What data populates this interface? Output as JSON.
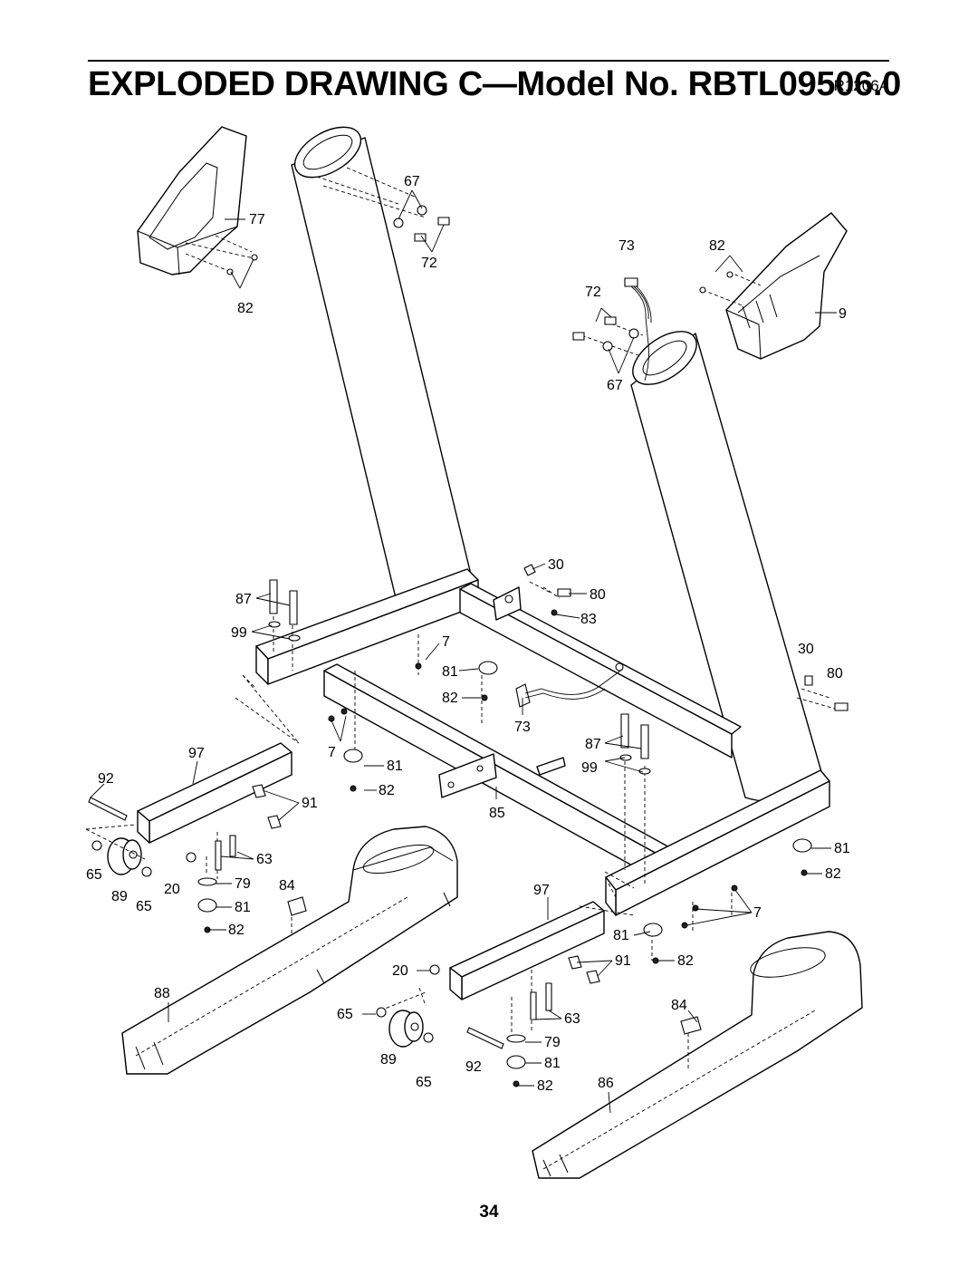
{
  "header": {
    "title": "EXPLODED DRAWING C—Model No. RBTL09506.0",
    "drawing_code": "R1206A"
  },
  "footer": {
    "page_number": "34"
  },
  "callouts": {
    "c67a": "67",
    "c72a": "72",
    "c77": "77",
    "c82a": "82",
    "c73a": "73",
    "c82b": "82",
    "c72b": "72",
    "c9": "9",
    "c67b": "67",
    "c30a": "30",
    "c80a": "80",
    "c83": "83",
    "c87a": "87",
    "c99a": "99",
    "c7a": "7",
    "c81a": "81",
    "c82c": "82",
    "c73b": "73",
    "c30b": "30",
    "c80b": "80",
    "c87b": "87",
    "c99b": "99",
    "c7b": "7",
    "c81b": "81",
    "c82d": "82",
    "c97a": "97",
    "c92a": "92",
    "c91a": "91",
    "c85": "85",
    "c63a": "63",
    "c65a": "65",
    "c89a": "89",
    "c20a": "20",
    "c79a": "79",
    "c84a": "84",
    "c65b": "65",
    "c81c": "81",
    "c82e": "82",
    "c81d": "81",
    "c82f": "82",
    "c97b": "97",
    "c7c": "7",
    "c81e": "81",
    "c91b": "91",
    "c82g": "82",
    "c20b": "20",
    "c88": "88",
    "c65c": "65",
    "c84b": "84",
    "c63b": "63",
    "c79b": "79",
    "c89b": "89",
    "c92b": "92",
    "c81f": "81",
    "c65d": "65",
    "c82h": "82",
    "c86": "86"
  }
}
